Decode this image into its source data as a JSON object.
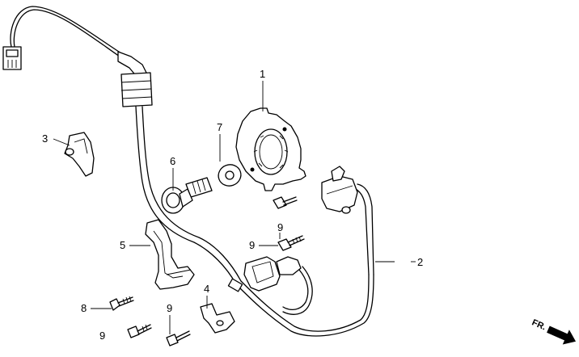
{
  "callouts": {
    "c1": "1",
    "c2": "2",
    "c3": "3",
    "c4": "4",
    "c5": "5",
    "c6": "6",
    "c7": "7",
    "c8": "8",
    "c9a": "9",
    "c9b": "9",
    "c9c": "9",
    "c9d": "9"
  },
  "direction_indicator": {
    "label": "FR.",
    "icon": "arrow-icon"
  }
}
